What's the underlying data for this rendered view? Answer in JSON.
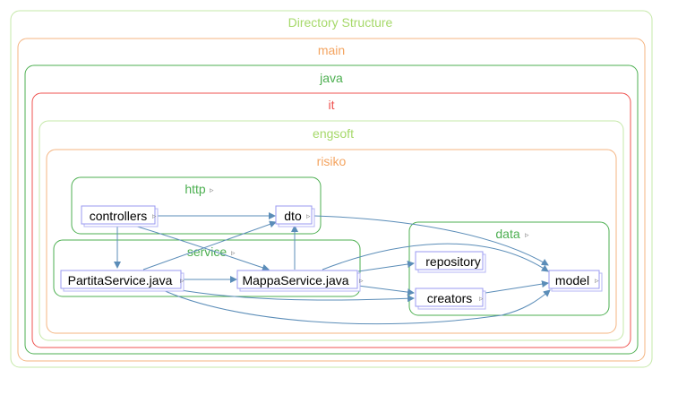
{
  "packages": {
    "directory_structure": {
      "label": "Directory Structure",
      "color": "#a6d96a"
    },
    "main": {
      "label": "main",
      "color": "#f4a460"
    },
    "java": {
      "label": "java",
      "color": "#4caf50"
    },
    "it": {
      "label": "it",
      "color": "#ef5350"
    },
    "engsoft": {
      "label": "engsoft",
      "color": "#a6d96a"
    },
    "risiko": {
      "label": "risiko",
      "color": "#f4a460"
    },
    "http": {
      "label": "http",
      "color": "#4caf50"
    },
    "service": {
      "label": "service",
      "color": "#4caf50"
    },
    "data": {
      "label": "data",
      "color": "#4caf50"
    }
  },
  "nodes": {
    "controllers": "controllers",
    "dto": "dto",
    "partita_service": "PartitaService.java",
    "mappa_service": "MappaService.java",
    "repository": "repository",
    "creators": "creators",
    "model": "model"
  },
  "expander_glyph": "▹",
  "edge_color": "#5b8db8",
  "node_border_color": "#9a9af0"
}
